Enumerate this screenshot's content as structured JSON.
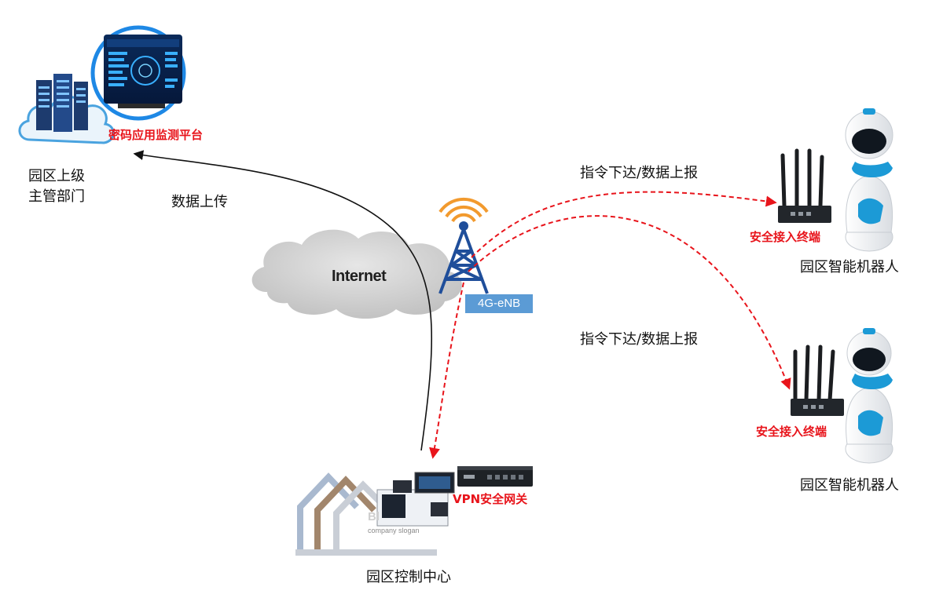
{
  "nodes": {
    "supervisor": {
      "line1": "园区上级",
      "line2": "主管部门"
    },
    "monitor_platform": "密码应用监测平台",
    "internet": "Internet",
    "base_station": "4G-eNB",
    "control_center": "园区控制中心",
    "vpn_gateway": "VPN安全网关",
    "robot_top": {
      "name": "园区智能机器人",
      "terminal": "安全接入终端"
    },
    "robot_bottom": {
      "name": "园区智能机器人",
      "terminal": "安全接入终端"
    }
  },
  "edges": {
    "upload": "数据上传",
    "command_top": "指令下达/数据上报",
    "command_bottom": "指令下达/数据上报"
  },
  "building_text": {
    "big": "Bl",
    "small": "company slogan"
  },
  "colors": {
    "dashed_arrow": "#e8141b",
    "solid_arrow": "#111111",
    "enb_label_bg": "#5b9bd5",
    "tower": "#1f4e9a",
    "signal": "#f29a2e"
  }
}
